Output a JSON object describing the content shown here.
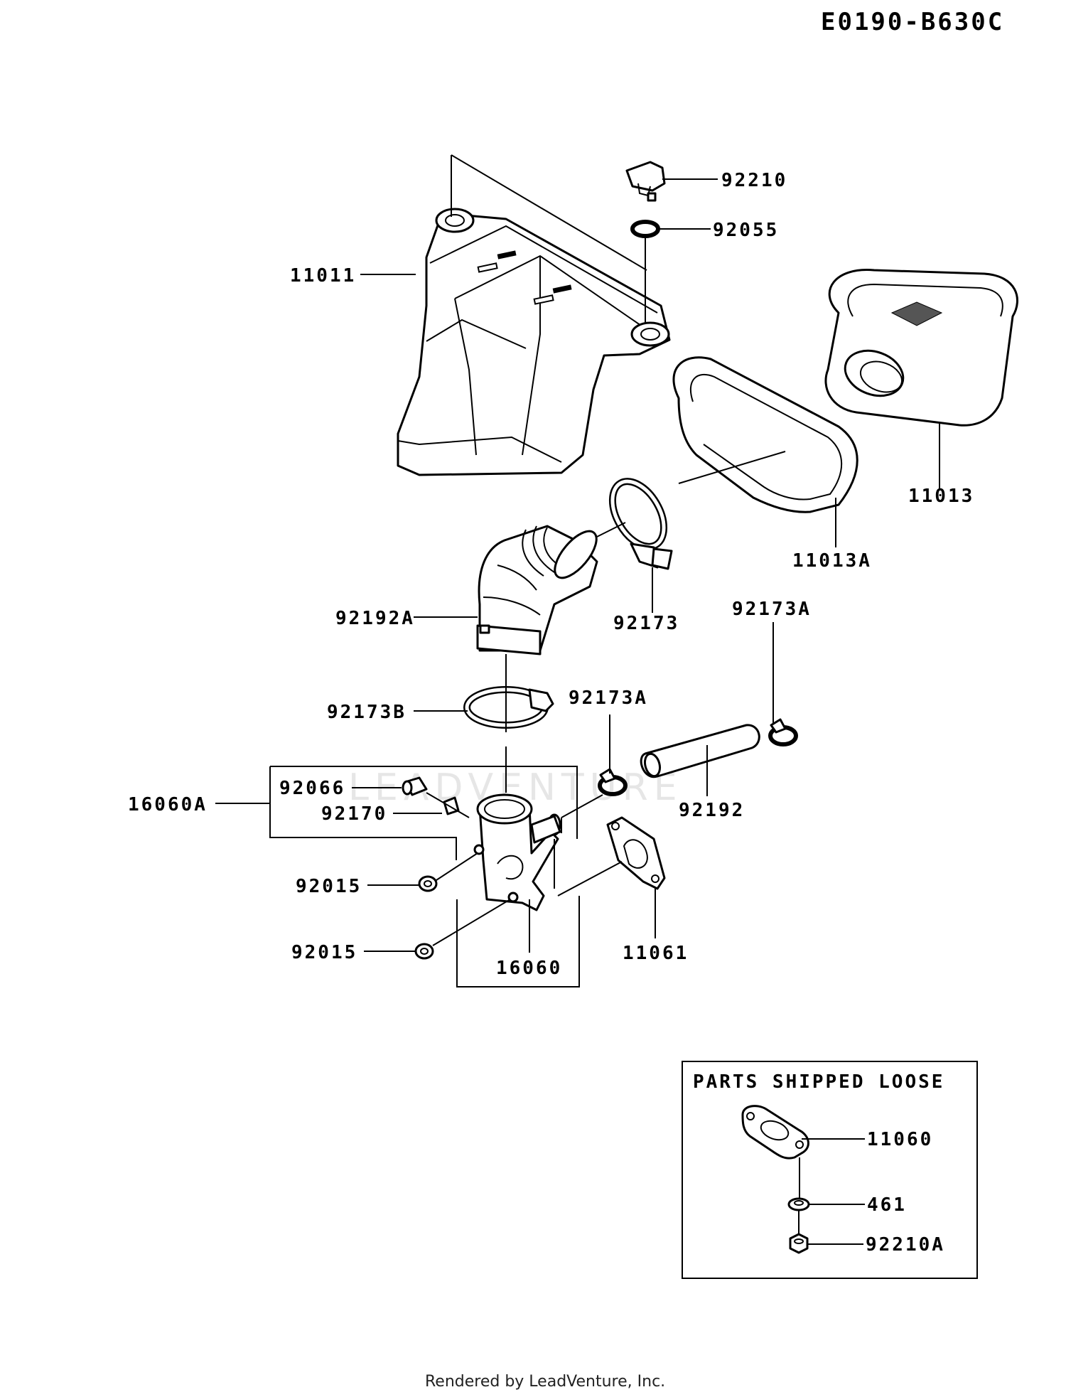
{
  "diagram_code": "E0190-B630C",
  "watermark": "LEADVENTURE",
  "footer": "Rendered by LeadVenture, Inc.",
  "loose_box_title": "PARTS SHIPPED LOOSE",
  "parts": {
    "p92210": "92210",
    "p92055": "92055",
    "p11011": "11011",
    "p11013": "11013",
    "p11013A": "11013A",
    "p92173": "92173",
    "p92192A": "92192A",
    "p92173A_top": "92173A",
    "p92173B": "92173B",
    "p92173A_mid": "92173A",
    "p92066": "92066",
    "p16060A": "16060A",
    "p92170": "92170",
    "p92192": "92192",
    "p92015_a": "92015",
    "p92015_b": "92015",
    "p16060": "16060",
    "p11061": "11061",
    "p11060": "11060",
    "p461": "461",
    "p92210A": "92210A"
  }
}
